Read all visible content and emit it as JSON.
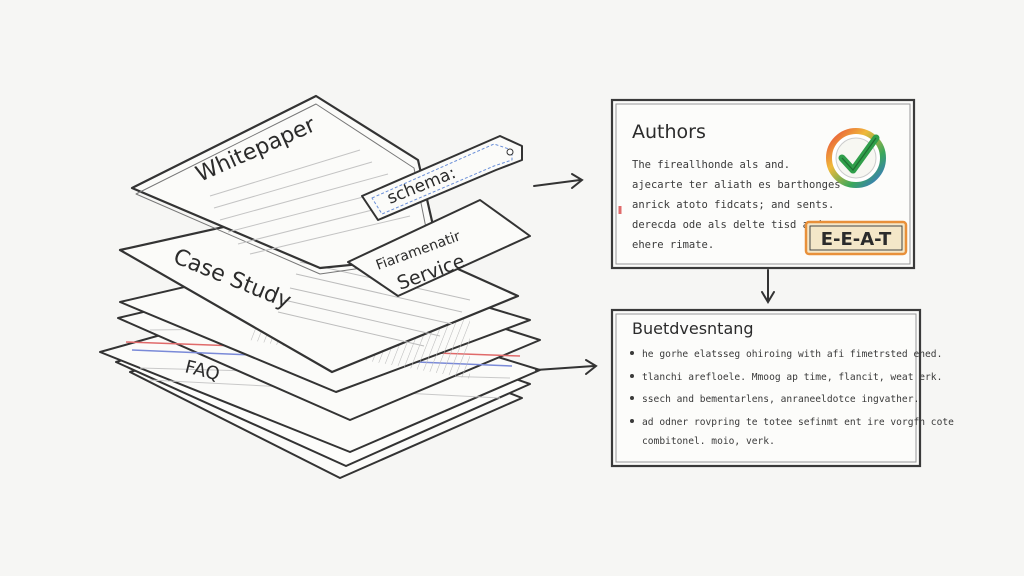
{
  "documents": {
    "whitepaper": "Whitepaper",
    "case_study": "Case Study",
    "faq": "FAQ",
    "schema_tag": "schema:",
    "service_line1": "Fiaramenatir",
    "service_line2": "Service"
  },
  "authors_panel": {
    "title": "Authors",
    "lines": [
      "The fireallhonde als and.",
      "ajecarte ter aliath es barthonges",
      "anrick atoto fidcats; and sents.",
      "derecda ode als delte tisd and",
      "ehere rimate."
    ],
    "badge": "E-E-A-T"
  },
  "bottom_panel": {
    "title": "Buetdvesntang",
    "bullets": [
      "he gorhe elatsseg ohiroing with afi fimetrsted ehed.",
      "tlanchi arefloele. Mmoog ap time, flancit, weat erk.",
      "ssech and bementarlens, anraneeldotce ingvather.",
      "ad odner rovpring te totee sefinmt ent ire vorgfn cote"
    ],
    "continuation": "combitonel. moio, verk."
  },
  "colors": {
    "ink": "#2b2b2b",
    "paper": "#fcfcfa",
    "check_green": "#2f9e4a",
    "badge_orange": "#e8903a"
  }
}
